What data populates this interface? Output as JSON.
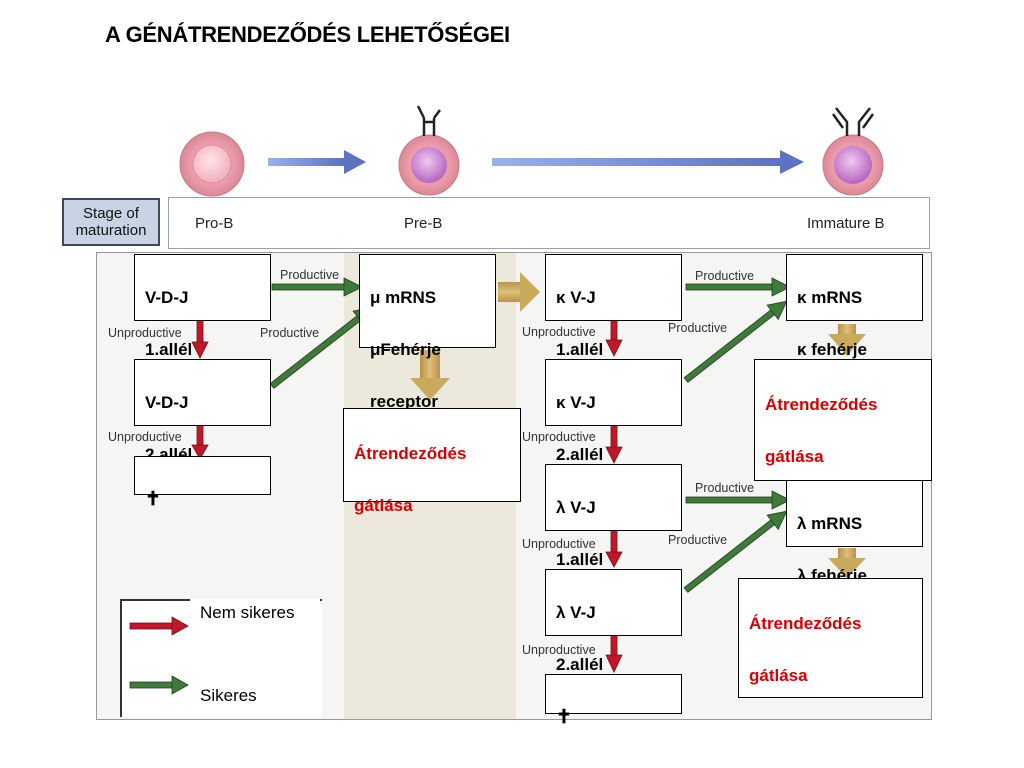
{
  "title": "A GÉNÁTRENDEZŐDÉS LEHETŐSÉGEI",
  "stage": {
    "label_line1": "Stage of",
    "label_line2": "maturation",
    "names": [
      "Pro-B",
      "Pre-B",
      "Immature B"
    ]
  },
  "boxes": {
    "vdj1": {
      "line1": "V-D-J",
      "line2": "1.allél"
    },
    "vdj2": {
      "line1": "V-D-J",
      "line2": "2.allél"
    },
    "dead1": {
      "text": "✝"
    },
    "mu": {
      "line1": "μ mRNS",
      "line2": "μFehérje",
      "line3": "receptor"
    },
    "inhib1": {
      "line1": "Átrendeződés",
      "line2": "gátlása"
    },
    "kvj1": {
      "line1": "κ V-J",
      "line2": "1.allél"
    },
    "kvj2": {
      "line1": "κ V-J",
      "line2": "2.allél"
    },
    "lvj1": {
      "line1": "λ V-J",
      "line2": "1.allél"
    },
    "lvj2": {
      "line1": "λ V-J",
      "line2": "2.allél"
    },
    "dead2": {
      "text": "✝"
    },
    "kmrns": {
      "line1": "κ mRNS",
      "line2": "κ fehérje"
    },
    "inhib2": {
      "line1": "Átrendeződés",
      "line2": "gátlása"
    },
    "lmrns": {
      "line1": "λ mRNS",
      "line2": "λ fehérje"
    },
    "inhib3": {
      "line1": "Átrendeződés",
      "line2": "gátlása"
    }
  },
  "arrow_labels": {
    "productive": "Productive",
    "unproductive": "Unproductive"
  },
  "legend": {
    "fail": "Nem sikeres",
    "success": "Sikeres"
  },
  "colors": {
    "red_arrow": "#c0182a",
    "green_arrow": "#3f7a3a",
    "tan_arrow": "#c9a95a",
    "blue_arrow": "#6f86c9",
    "inhibition_text": "#d80000"
  }
}
